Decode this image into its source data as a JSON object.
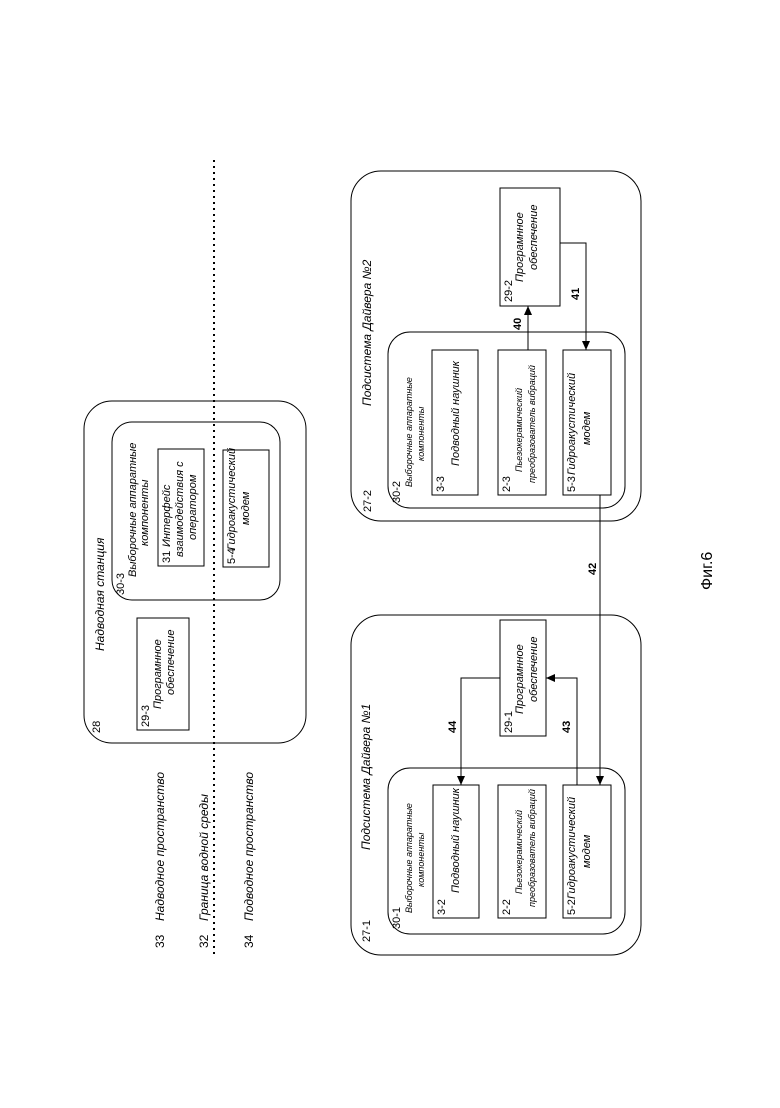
{
  "figure_caption": "Фиг.6",
  "legend": {
    "above_water": {
      "num": "33",
      "text": "Надводное пространство"
    },
    "boundary": {
      "num": "32",
      "text": "Граница водной среды"
    },
    "underwater": {
      "num": "34",
      "text": "Подводное пространство"
    }
  },
  "surface_station": {
    "num": "28",
    "title": "Надводная станция",
    "software": {
      "num": "29-3",
      "line1": "Програмнное",
      "line2": "обеспечение"
    },
    "hardware": {
      "num": "30-3",
      "title_line1": "Выборочные аппаратные",
      "title_line2": "компоненты",
      "interface": {
        "num": "31",
        "line1": "Интерфейс",
        "line2": "взаимодействия с",
        "line3": "оператором"
      },
      "modem": {
        "num": "5-4",
        "line1": "Гидроакустический",
        "line2": "модем"
      }
    }
  },
  "diver1": {
    "num": "27-1",
    "title": "Подсистема Дайвера №1",
    "hardware": {
      "num": "30-1",
      "title_line1": "Выборочные аппаратные",
      "title_line2": "компоненты",
      "headphone": {
        "num": "3-2",
        "line1": "Подводный наушник"
      },
      "piezo": {
        "num": "2-2",
        "line1": "Пьезокерамический",
        "line2": "преобразователь вибраций"
      },
      "modem": {
        "num": "5-2",
        "line1": "Гидроакустический",
        "line2": "модем"
      }
    },
    "software": {
      "num": "29-1",
      "line1": "Програмнное",
      "line2": "обеспечение"
    }
  },
  "diver2": {
    "num": "27-2",
    "title": "Подсистема Дайвера №2",
    "hardware": {
      "num": "30-2",
      "title_line1": "Выборочные аппаратные",
      "title_line2": "компоненты",
      "headphone": {
        "num": "3-3",
        "line1": "Подводный наушник"
      },
      "piezo": {
        "num": "2-3",
        "line1": "Пьезокерамический",
        "line2": "преобразователь вибраций"
      },
      "modem": {
        "num": "5-3",
        "line1": "Гидроакустический",
        "line2": "модем"
      }
    },
    "software": {
      "num": "29-2",
      "line1": "Програмнное",
      "line2": "обеспечение"
    }
  },
  "arrows": {
    "a40": "40",
    "a41": "41",
    "a42": "42",
    "a43": "43",
    "a44": "44"
  }
}
